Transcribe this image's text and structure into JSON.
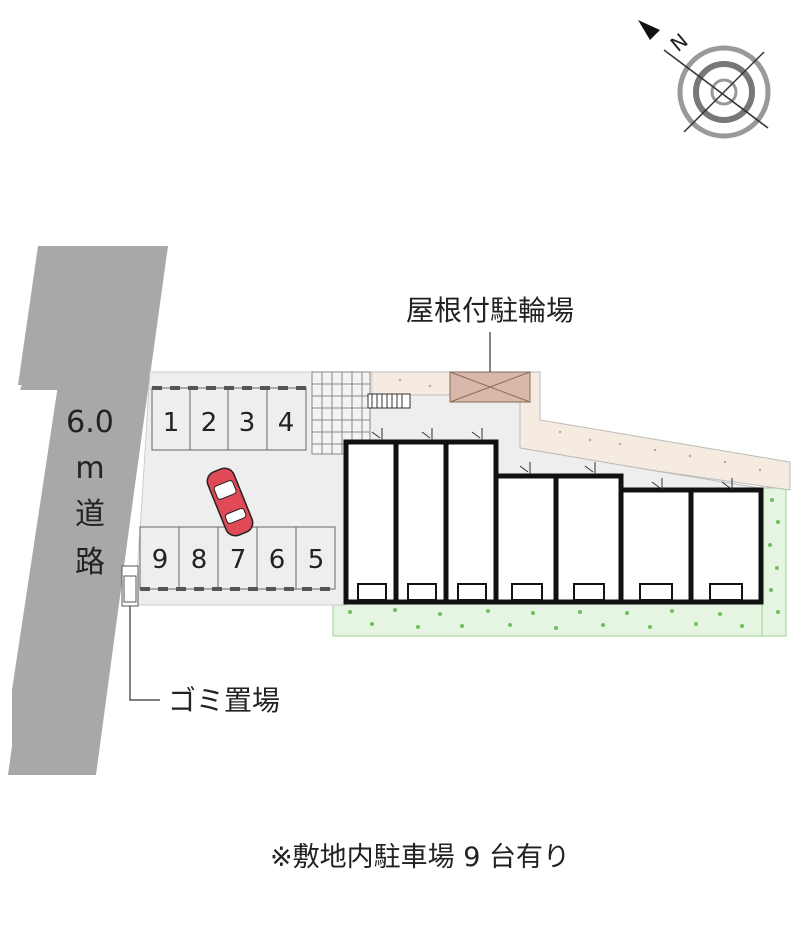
{
  "road": {
    "width": "6.0",
    "unit": "m",
    "name_1": "道",
    "name_2": "路"
  },
  "labels": {
    "bicycle_parking": "屋根付駐輪場",
    "garbage": "ゴミ置場",
    "footnote": "※敷地内駐車場 9 台有り"
  },
  "compass": {
    "north_letter": "N"
  },
  "parking": {
    "top_row": [
      "1",
      "2",
      "3",
      "4"
    ],
    "bottom_row": [
      "9",
      "8",
      "7",
      "6",
      "5"
    ]
  },
  "colors": {
    "road": "#a8a8a8",
    "lot": "#eeeeee",
    "lawn": "#e6f4e2",
    "sand": "#f6ebe0",
    "bike_roof": "#d8b8a8",
    "car": "#e04a56"
  }
}
